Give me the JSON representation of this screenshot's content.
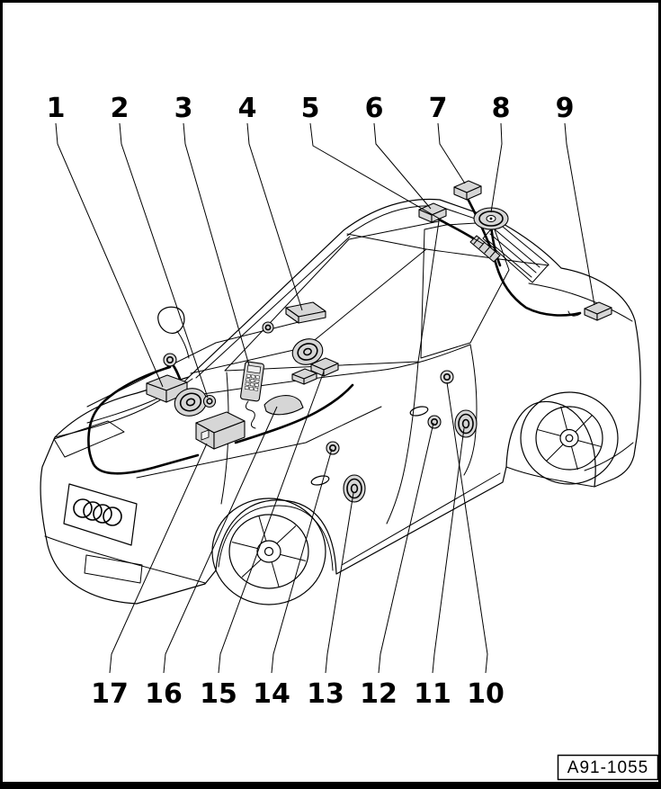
{
  "figure_label": {
    "text": "A91-1055"
  },
  "callouts": {
    "top": [
      "1",
      "2",
      "3",
      "4",
      "5",
      "6",
      "7",
      "8",
      "9"
    ],
    "bottom": [
      "17",
      "16",
      "15",
      "14",
      "13",
      "12",
      "11",
      "10"
    ]
  },
  "colors": {
    "background": "#ffffff",
    "line": "#000000",
    "frame": "#000000",
    "component_fill": "#d6d6d6"
  },
  "diagram": {
    "type": "technical-illustration",
    "subject": "sedan sound-system component locations",
    "component_icons": [
      "front-door-tweeter-housing",
      "front-bass-speaker",
      "telephone-handset",
      "rear-shelf-module",
      "rear-window-antenna",
      "roof-antenna-amplifier-module",
      "roof-antenna-base-module",
      "roof-antenna",
      "rear-lid-antenna-module",
      "rear-door-sill-grommet",
      "rear-door-speaker",
      "rear-door-grommet",
      "front-door-speaker",
      "front-door-grommet",
      "shelf-small-module",
      "center-speaker-housing",
      "amplifier-control-unit"
    ]
  }
}
